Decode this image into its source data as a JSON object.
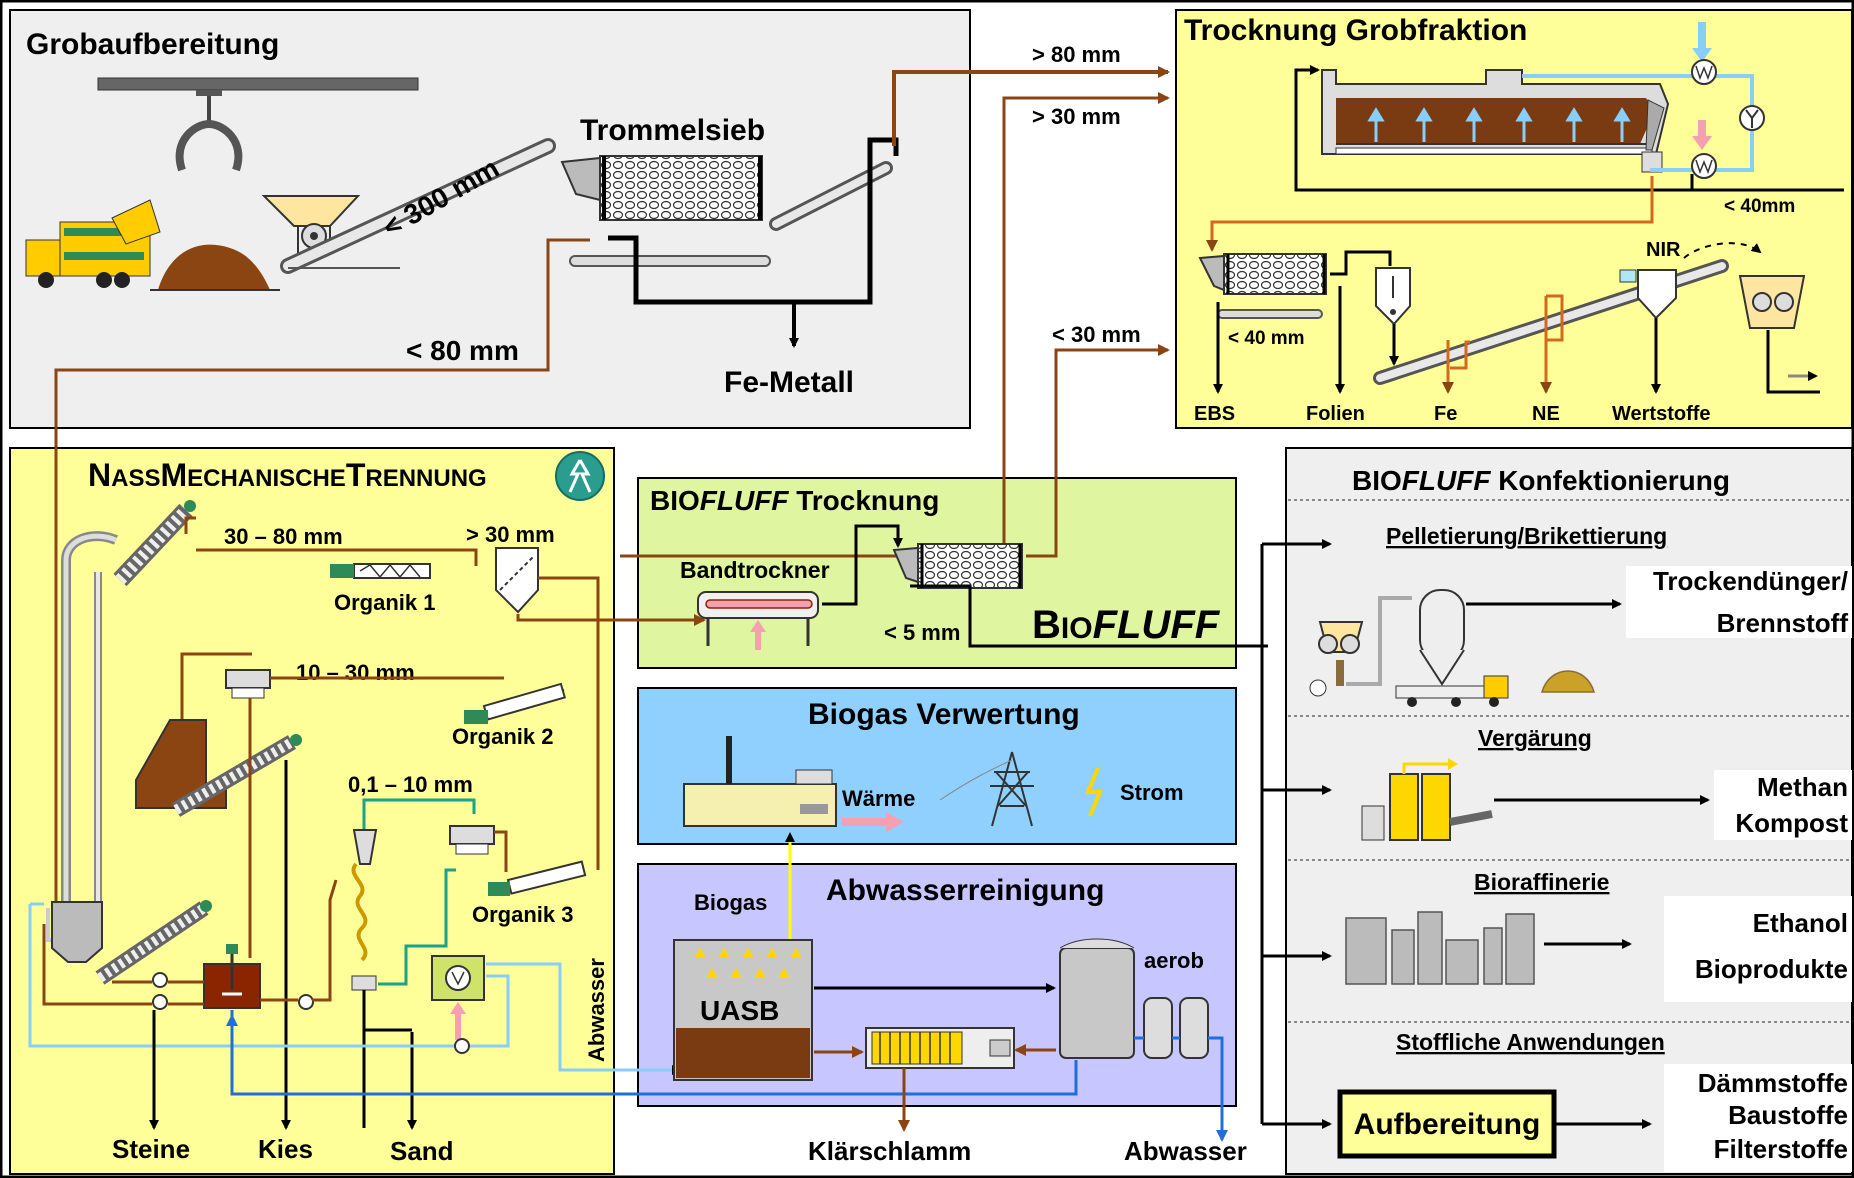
{
  "colors": {
    "brown": "#8b4513",
    "lightblue": "#87cefa",
    "blue": "#1e6fd9",
    "teal": "#1aa38a",
    "yellow_panel": "#ffff99",
    "green_panel": "#dff5a0",
    "blue_panel": "#8fd0ff",
    "purple_panel": "#c8c6ff",
    "grey_panel": "#efefef"
  },
  "panels": {
    "grob": {
      "title": "Grobaufbereitung",
      "trommelsieb": "Trommelsieb",
      "lt300": "< 300 mm",
      "lt80": "< 80 mm",
      "fe_metall": "Fe-Metall"
    },
    "trocknung_grob": {
      "title": "Trocknung Grobfraktion",
      "lt40a": "< 40mm",
      "lt40b": "< 40 mm",
      "nir": "NIR",
      "outputs": [
        "EBS",
        "Folien",
        "Fe",
        "NE",
        "Wertstoffe"
      ]
    },
    "nass": {
      "title_caps": [
        "N",
        "ASS",
        "M",
        "ECHANISCHE",
        "T",
        "RENNUNG"
      ],
      "r30_80": "30 – 80 mm",
      "gt30": "> 30 mm",
      "organik1": "Organik 1",
      "r10_30": "10 – 30 mm",
      "organik2": "Organik 2",
      "r01_10": "0,1 – 10 mm",
      "organik3": "Organik 3",
      "abwasser_vertical": "Abwasser",
      "outputs": [
        "Steine",
        "Kies",
        "Sand"
      ]
    },
    "biofluff_trocknung": {
      "title_pre": "BIO",
      "title_italic": "FLUFF",
      "title_post": " Trocknung",
      "bandtrockner": "Bandtrockner",
      "lt5": "< 5 mm",
      "big_pre": "B",
      "big_sc": "IO",
      "big_italic": "FLUFF"
    },
    "biogas": {
      "title": "Biogas Verwertung",
      "waerme": "Wärme",
      "strom": "Strom"
    },
    "abwasser": {
      "title": "Abwasserreinigung",
      "biogas": "Biogas",
      "uasb": "UASB",
      "aerob": "aerob",
      "klaerschlamm": "Klärschlamm",
      "abwasser_out": "Abwasser"
    },
    "konfektion": {
      "title_pre": "BIO",
      "title_italic": "FLUFF",
      "title_post": " Konfektionierung",
      "sections": [
        {
          "heading": "Pelletierung/Brikettierung",
          "outputs": [
            "Trockendünger/",
            "Brennstoff"
          ]
        },
        {
          "heading": "Vergärung",
          "outputs": [
            "Methan",
            "Kompost"
          ]
        },
        {
          "heading": "Bioraffinerie",
          "outputs": [
            "Ethanol",
            "Bioprodukte"
          ]
        },
        {
          "heading": "Stoffliche Anwendungen",
          "box": "Aufbereitung",
          "outputs": [
            "Dämmstoffe",
            "Baustoffe",
            "Filterstoffe"
          ]
        }
      ]
    }
  },
  "flows": {
    "gt80": "> 80 mm",
    "gt30": "> 30 mm",
    "lt30": "< 30 mm"
  }
}
